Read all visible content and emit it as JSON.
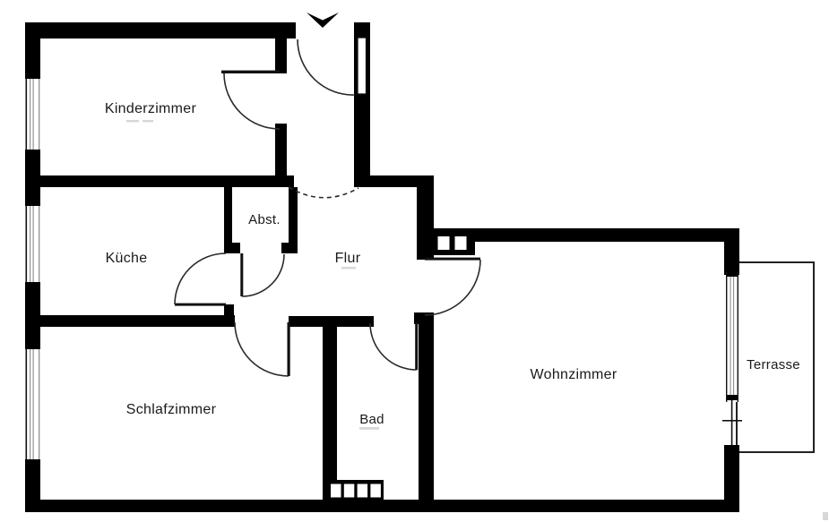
{
  "floor_plan": {
    "rooms": {
      "kinderzimmer": {
        "label": "Kinderzimmer"
      },
      "kueche": {
        "label": "Küche"
      },
      "abstellraum": {
        "label": "Abst."
      },
      "flur": {
        "label": "Flur"
      },
      "schlafzimmer": {
        "label": "Schlafzimmer"
      },
      "bad": {
        "label": "Bad"
      },
      "wohnzimmer": {
        "label": "Wohnzimmer"
      },
      "terrasse": {
        "label": "Terrasse"
      }
    },
    "colors": {
      "wall": "#000000",
      "room_fill": "#ffffff",
      "window_glass_line": "#909090",
      "door_swing_line": "#2b2b2b",
      "terrace_outline": "#222222",
      "label_text": "#1a1a1a"
    },
    "icons": [
      "entrance-arrow-icon",
      "radiator-icon",
      "window-icon",
      "door-swing-icon"
    ]
  }
}
